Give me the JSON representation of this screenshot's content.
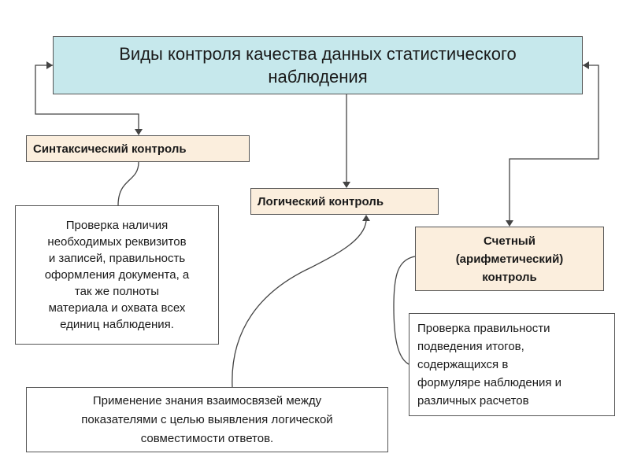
{
  "title": "Виды контроля качества данных статистического\nнаблюдения",
  "syntax": {
    "label": "Синтаксический контроль",
    "description": "Проверка наличия\nнеобходимых реквизитов\nи записей, правильность\nоформления документа, а\nтак же полноты\nматериала и охвата всех\nединиц наблюдения."
  },
  "logic": {
    "label": "Логический контроль",
    "description": "Применение знания взаимосвязей между\nпоказателями с целью выявления логической\nсовместимости ответов."
  },
  "counting": {
    "label": "Счетный\n(арифметический)\nконтроль",
    "description": "Проверка правильности\nподведения итогов,\nсодержащихся в\nформуляре наблюдения и\nразличных расчетов"
  },
  "colors": {
    "title_fill": "#c6e8ec",
    "label_fill": "#fbeedd",
    "line": "#444444"
  }
}
